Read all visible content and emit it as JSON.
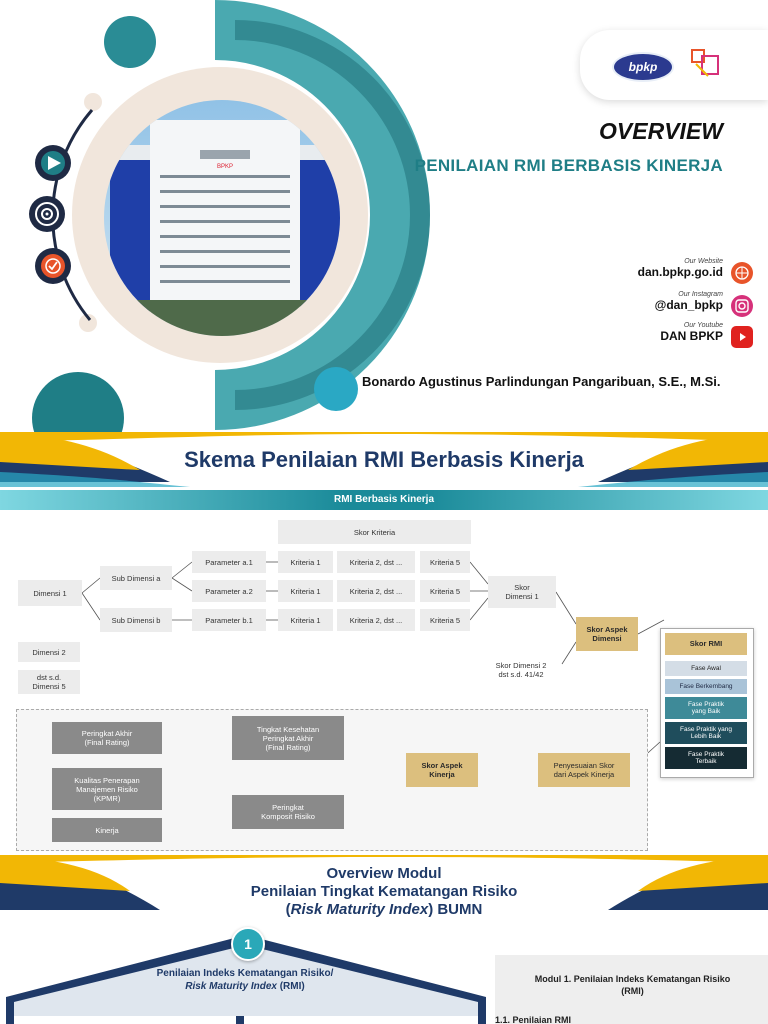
{
  "slide1": {
    "title": "OVERVIEW",
    "subtitle": "PENILAIAN RMI BERBASIS KINERJA",
    "logos": {
      "bpkp": "bpkp"
    },
    "contacts": [
      {
        "caption": "Our Website",
        "value": "dan.bpkp.go.id",
        "icon": "globe-icon",
        "color": "#e8542a"
      },
      {
        "caption": "Our Instagram",
        "value": "@dan_bpkp",
        "icon": "instagram-icon",
        "color": "#d6317a"
      },
      {
        "caption": "Our Youtube",
        "value": "DAN BPKP",
        "icon": "youtube-icon",
        "color": "#e0221f"
      }
    ],
    "author": "Bonardo Agustinus Parlindungan Pangaribuan, S.E., M.Si.",
    "side_icons": [
      "play-icon",
      "target-icon",
      "checklist-icon"
    ],
    "building_sign": "BPKP"
  },
  "slide2": {
    "title": "Skema Penilaian RMI Berbasis Kinerja",
    "bar": "RMI Berbasis Kinerja",
    "skor_kriteria": "Skor Kriteria",
    "dimensi1": "Dimensi 1",
    "sub_a": "Sub Dimensi a",
    "sub_b": "Sub Dimensi b",
    "param_a1": "Parameter a.1",
    "param_a2": "Parameter a.2",
    "param_b1": "Parameter b.1",
    "kriteria1": "Kriteria 1",
    "kriteria2": "Kriteria 2, dst ...",
    "kriteria5": "Kriteria 5",
    "skor_dimensi1": "Skor\nDimensi 1",
    "skor_aspek_dimensi": "Skor Aspek\nDimensi",
    "dimensi2": "Dimensi 2",
    "dst_dimensi5": "dst s.d.\nDimensi 5",
    "skor_dimensi2": "Skor Dimensi 2\ndst s.d. 41/42",
    "rmi_stack": {
      "header": "Skor RMI",
      "items": [
        {
          "label": "Fase Awal",
          "bg": "#d4dde6",
          "fg": "#222"
        },
        {
          "label": "Fase Berkembang",
          "bg": "#a9c3d8",
          "fg": "#1f2a44"
        },
        {
          "label": "Fase Praktik\nyang Baik",
          "bg": "#3e8a98",
          "fg": "#ffffff"
        },
        {
          "label": "Fase Praktik yang\nLebih Baik",
          "bg": "#1f4d5c",
          "fg": "#ffffff"
        },
        {
          "label": "Fase Praktik\nTerbaik",
          "bg": "#152b33",
          "fg": "#ffffff"
        }
      ]
    },
    "peringkat_akhir": "Peringkat Akhir\n(Final Rating)",
    "kpmr": "Kualitas Penerapan\nManajemen Risiko\n(KPMR)",
    "kinerja": "Kinerja",
    "tingkat_kesehatan": "Tingkat Kesehatan\nPeringkat Akhir\n(Final Rating)",
    "peringkat_komposit": "Peringkat\nKomposit Risiko",
    "skor_aspek_kinerja": "Skor Aspek\nKinerja",
    "penyesuaian": "Penyesuaian Skor\ndari Aspek Kinerja"
  },
  "slide3": {
    "title_line1": "Overview Modul",
    "title_line2": "Penilaian Tingkat Kematangan Risiko",
    "title_line3_paren_open": "(",
    "title_line3_italic": "Risk Maturity Index",
    "title_line3_rest": ") BUMN",
    "badge": "1",
    "module_line1": "Penilaian Indeks Kematangan Risiko/",
    "module_line2_italic": "Risk Maturity Index",
    "module_line2_rest": " (RMI)",
    "right_title": "Modul 1. Penilaian Indeks Kematangan Risiko\n(RMI)",
    "right_item": "1.1. Penilaian RMI"
  },
  "colors": {
    "teal": "#1f7e86",
    "navy": "#1f3a68",
    "gold": "#f2b705"
  }
}
